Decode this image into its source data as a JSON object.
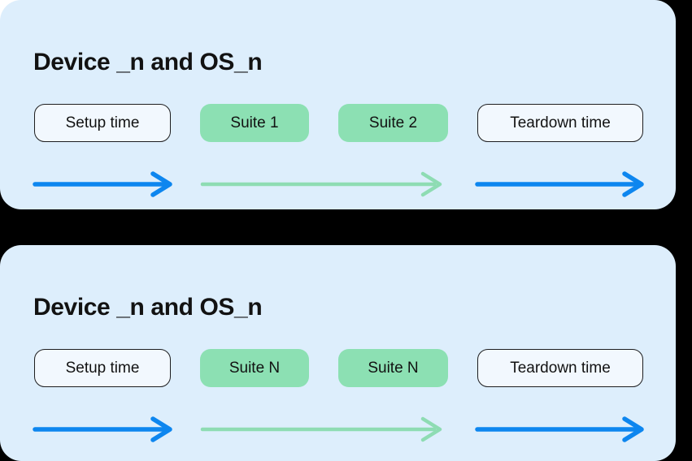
{
  "colors": {
    "page_bg": "#000000",
    "panel_bg": "#ddeefc",
    "green_box_fill": "#8ce0b3",
    "outline_box_fill": "#f2f8fe",
    "outline_box_border": "#1d1d1f",
    "text": "#121212",
    "arrow_blue": "#0d86ef",
    "arrow_green": "#8edcb3"
  },
  "panels": [
    {
      "title": "Device _n and OS_n",
      "boxes": [
        {
          "label": "Setup time",
          "style": "outline"
        },
        {
          "label": "Suite 1",
          "style": "green"
        },
        {
          "label": "Suite 2",
          "style": "green"
        },
        {
          "label": "Teardown time",
          "style": "outline"
        }
      ],
      "arrows": [
        {
          "name": "setup-arrow",
          "color": "blue"
        },
        {
          "name": "suites-arrow",
          "color": "green"
        },
        {
          "name": "teardown-arrow",
          "color": "blue"
        }
      ]
    },
    {
      "title": "Device _n and OS_n",
      "boxes": [
        {
          "label": "Setup time",
          "style": "outline"
        },
        {
          "label": "Suite N",
          "style": "green"
        },
        {
          "label": "Suite N",
          "style": "green"
        },
        {
          "label": "Teardown time",
          "style": "outline"
        }
      ],
      "arrows": [
        {
          "name": "setup-arrow",
          "color": "blue"
        },
        {
          "name": "suites-arrow",
          "color": "green"
        },
        {
          "name": "teardown-arrow",
          "color": "blue"
        }
      ]
    }
  ]
}
